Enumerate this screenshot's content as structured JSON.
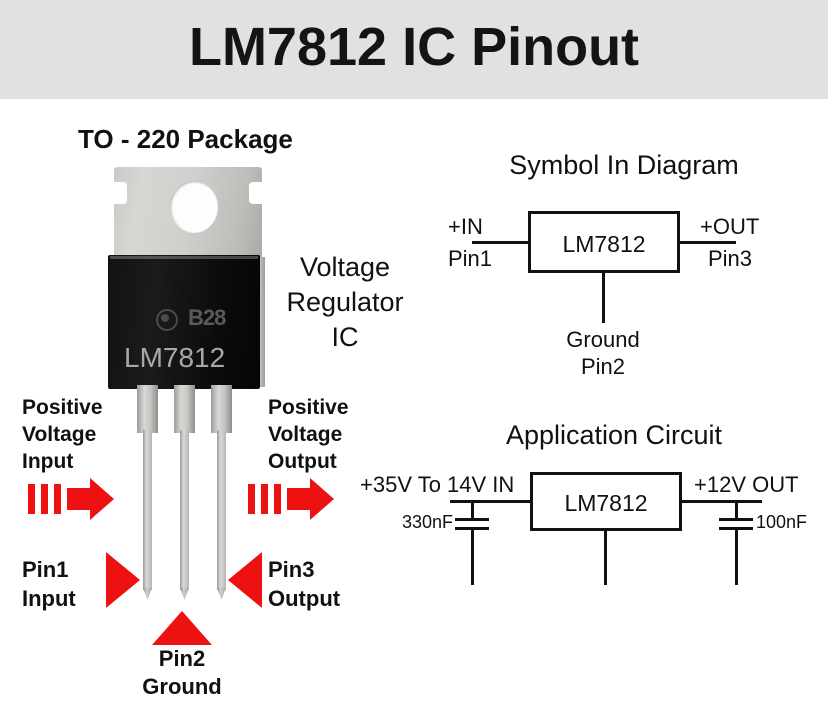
{
  "header": {
    "title": "LM7812 IC Pinout",
    "band_color": "#e0e1e1"
  },
  "colors": {
    "accent_red": "#ee1111",
    "ink": "#111111",
    "package_metal": "#cfcfcc",
    "package_body": "#121212"
  },
  "package": {
    "caption": "TO - 220 Package",
    "chip_markings": {
      "logo": "manufacturer-logo",
      "lot_code": "B28",
      "part_number": "LM7812"
    },
    "role_label": {
      "line1": "Voltage",
      "line2": "Regulator",
      "line3": "IC"
    },
    "left_flow": {
      "line1": "Positive",
      "line2": "Voltage",
      "line3": "Input"
    },
    "right_flow": {
      "line1": "Positive",
      "line2": "Voltage",
      "line3": "Output"
    },
    "pins": [
      {
        "number": "Pin1",
        "function": "Input"
      },
      {
        "number": "Pin2",
        "function": "Ground"
      },
      {
        "number": "Pin3",
        "function": "Output"
      }
    ]
  },
  "symbol_diagram": {
    "title": "Symbol In Diagram",
    "block_label": "LM7812",
    "input": {
      "signal": "+IN",
      "pin": "Pin1"
    },
    "output": {
      "signal": "+OUT",
      "pin": "Pin3"
    },
    "ground": {
      "signal": "Ground",
      "pin": "Pin2"
    }
  },
  "application_circuit": {
    "title": "Application Circuit",
    "block_label": "LM7812",
    "input_label": "+35V To 14V IN",
    "output_label": "+12V OUT",
    "input_capacitor": "330nF",
    "output_capacitor": "100nF"
  }
}
